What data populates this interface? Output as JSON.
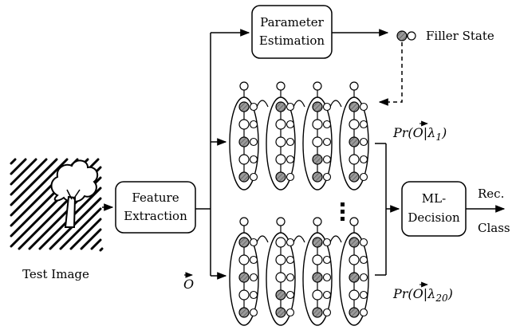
{
  "labels": {
    "parameter_estimation": [
      "Parameter",
      "Estimation"
    ],
    "filler_state": "Filler State",
    "feature_extraction": [
      "Feature",
      "Extraction"
    ],
    "ml_decision": [
      "ML-",
      "Decision"
    ],
    "rec": "Rec.",
    "class": "Class",
    "test_image": "Test Image",
    "observation": "O",
    "prob_top": {
      "prefix": "Pr(",
      "O": "O",
      "bar": "|λ",
      "sub": "1",
      "suffix": ")"
    },
    "prob_bottom": {
      "prefix": "Pr(",
      "O": "O",
      "bar": "|λ",
      "sub": "20",
      "suffix": ")"
    }
  },
  "colors": {
    "stroke": "#000000",
    "filled_state": "#8c8c8c",
    "background": "#ffffff"
  },
  "hmm_columns": {
    "top_pattern": [
      [
        true,
        false,
        true,
        false,
        true
      ],
      [
        true,
        false,
        false,
        false,
        true
      ],
      [
        true,
        false,
        false,
        true,
        true
      ],
      [
        true,
        false,
        true,
        false,
        true
      ]
    ],
    "bottom_pattern": [
      [
        true,
        false,
        true,
        false,
        true
      ],
      [
        false,
        false,
        false,
        true,
        true
      ],
      [
        true,
        false,
        true,
        false,
        true
      ],
      [
        true,
        false,
        true,
        false,
        true
      ]
    ]
  }
}
